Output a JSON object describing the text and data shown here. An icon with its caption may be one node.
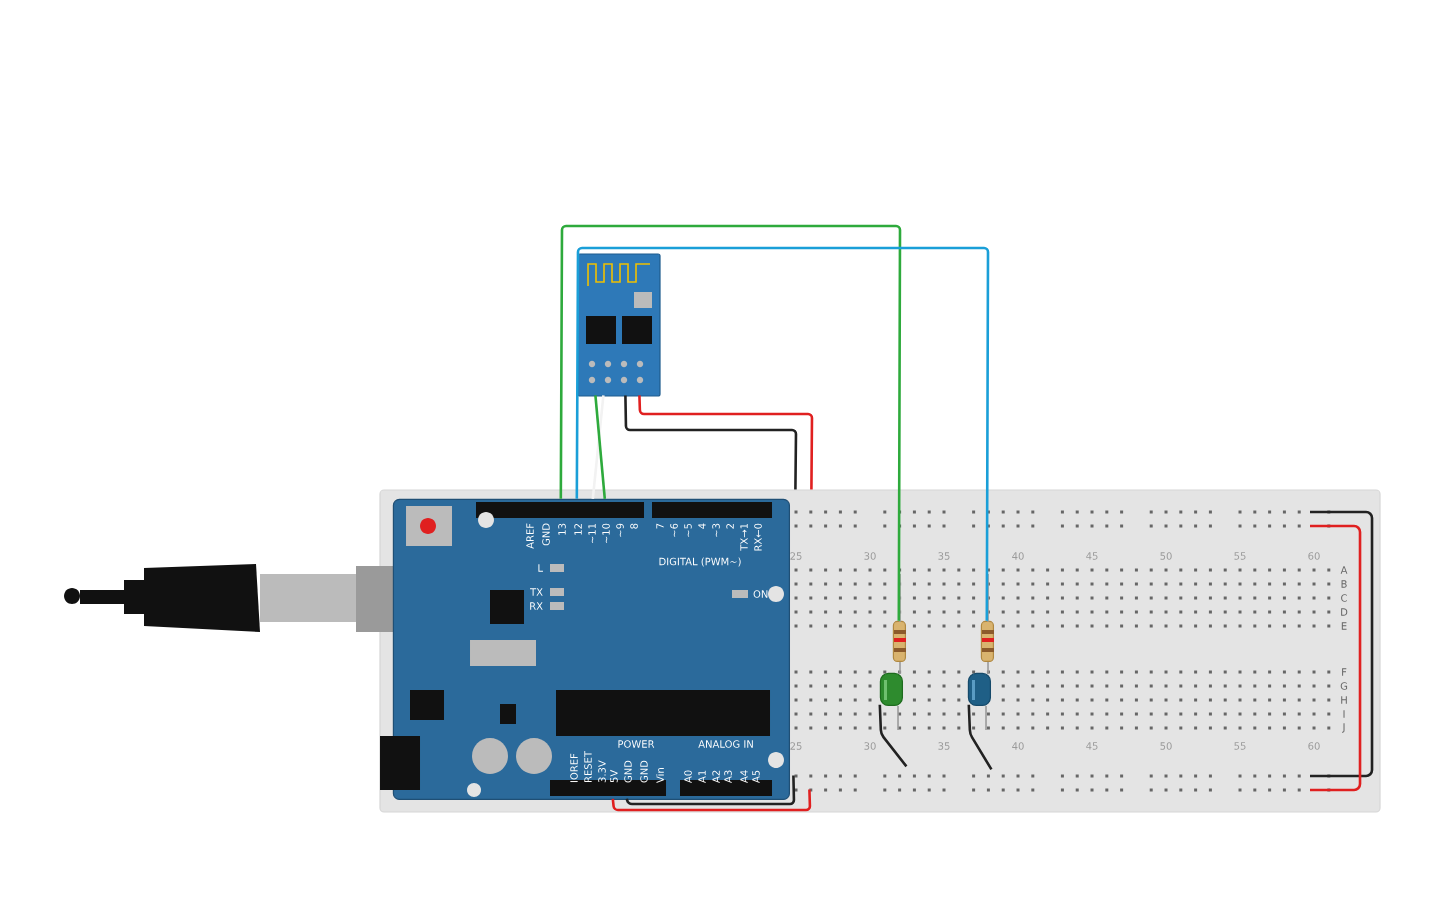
{
  "diagram": {
    "nodes": [
      {
        "text": [],
        "shape": "picture",
        "in": 2
      },
      {
        "text": [],
        "shape": "picture"
      },
      {
        "text": [],
        "shape": "picture"
      },
      {
        "text": [],
        "shape": "picture",
        "in": 2
      },
      {
        "text": [],
        "shape": "picture",
        "in": 2
      },
      {
        "text": [],
        "shape": "picture",
        "in": 2
      },
      {
        "text": [],
        "shape": "picture",
        "in": 2
      }
    ],
    "edges": [
      {
        "from": 0,
        "to": 3,
        "arrow": "none",
        "color": "#2eaa3c"
      },
      {
        "from": 0,
        "to": 4,
        "arrow": "none",
        "color": "#1a9fd8"
      },
      {
        "from": 1,
        "to": 0,
        "arrow": "none",
        "color": "#f2f2f2"
      },
      {
        "from": 1,
        "to": 0,
        "arrow": "none",
        "color": "#2eaa3c"
      },
      {
        "from": 1,
        "to": 2,
        "arrow": "none"
      },
      {
        "from": 1,
        "to": 2,
        "arrow": "none",
        "color": "#e02020"
      },
      {
        "from": 5,
        "to": 2,
        "arrow": "none"
      },
      {
        "from": 6,
        "to": 2,
        "arrow": "none"
      },
      {
        "from": 0,
        "to": 2,
        "arrow": "none",
        "color": "#e02020"
      },
      {
        "from": 0,
        "to": 2,
        "arrow": "none"
      }
    ],
    "labels": [
      "AREF",
      "GND",
      "13",
      "12",
      "~11",
      "~10",
      "~9",
      "8",
      "7",
      "~6",
      "~5",
      "4",
      "~3",
      "2",
      "TX→1",
      "RX←0",
      "DIGITAL (PWM~)",
      "L",
      "TX",
      "RX",
      "ON",
      "25",
      "30",
      "35",
      "40",
      "45",
      "50",
      "55",
      "60",
      "A",
      "B",
      "C",
      "D",
      "E",
      "F",
      "G",
      "H",
      "I",
      "J",
      "POWER",
      "ANALOG IN",
      "25",
      "30",
      "35",
      "40",
      "45",
      "50",
      "55",
      "60",
      "IOREF",
      "RESET",
      "3.3V",
      "5V",
      "GND",
      "GND",
      "Vin",
      "A0",
      "A1",
      "A2",
      "A3",
      "A4",
      "A5"
    ]
  }
}
